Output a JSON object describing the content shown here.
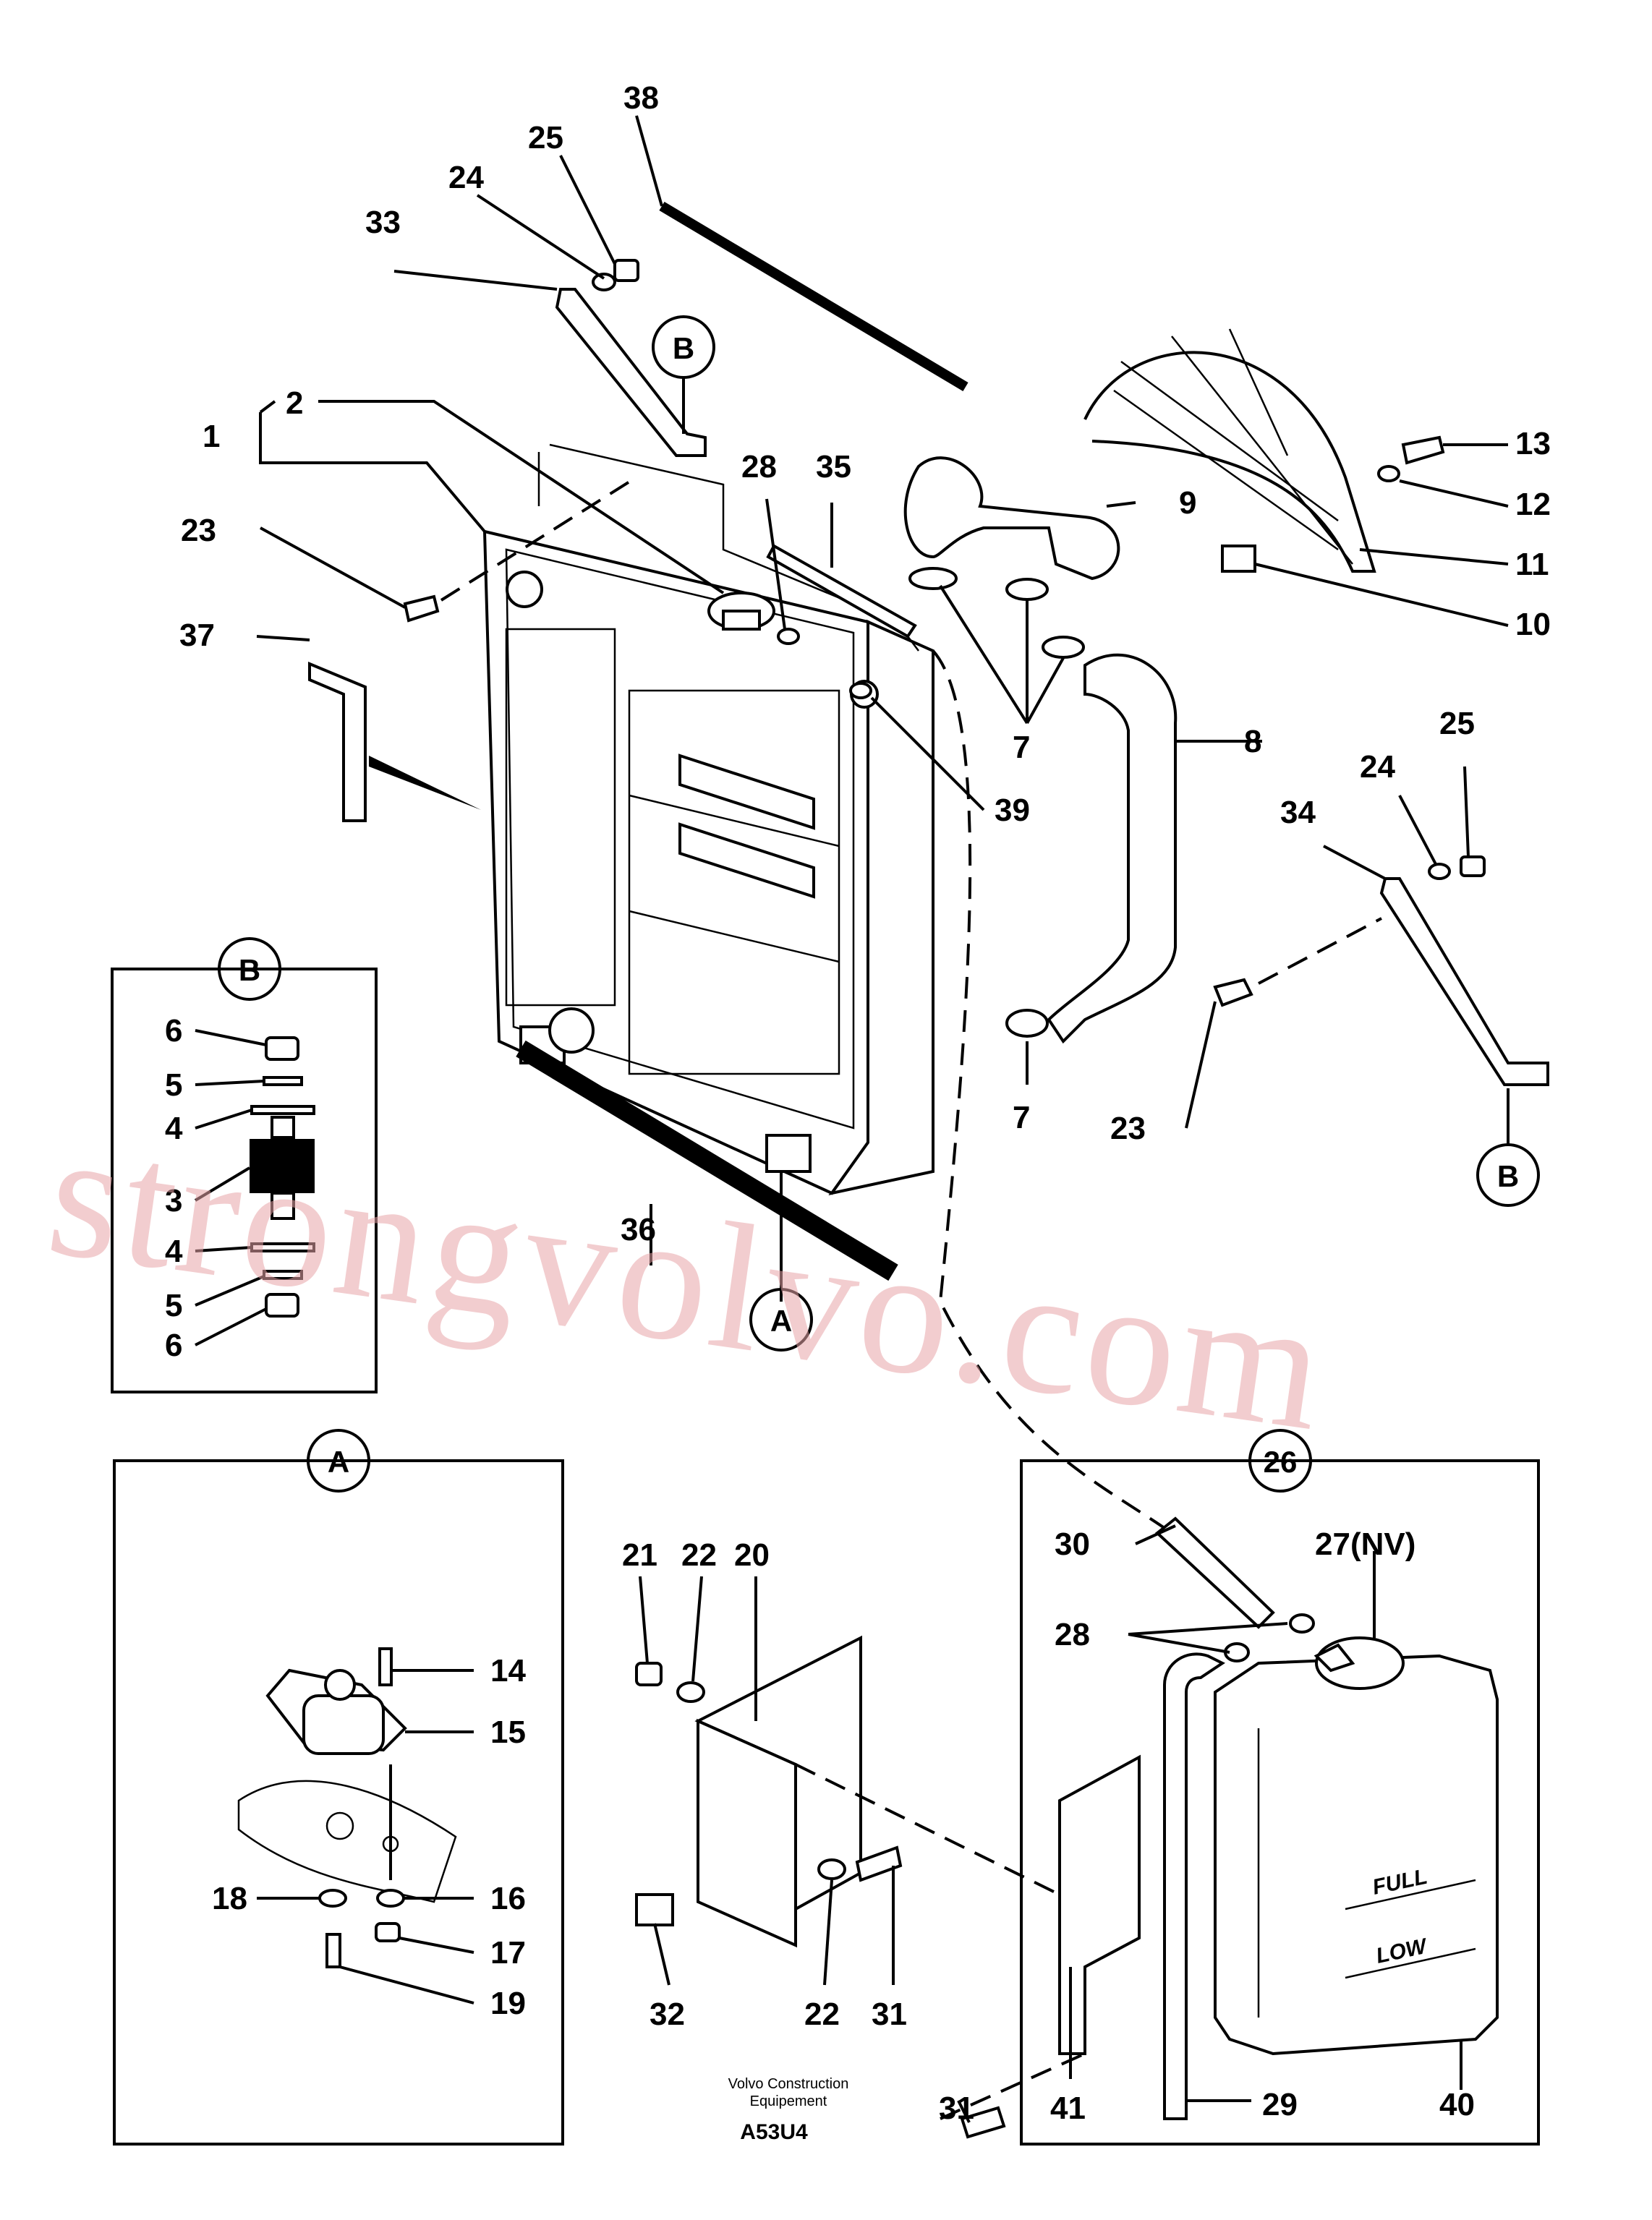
{
  "callouts": [
    {
      "id": "c38",
      "text": "38"
    },
    {
      "id": "c25a",
      "text": "25"
    },
    {
      "id": "c24a",
      "text": "24"
    },
    {
      "id": "c33",
      "text": "33"
    },
    {
      "id": "c2",
      "text": "2"
    },
    {
      "id": "c1",
      "text": "1"
    },
    {
      "id": "c23a",
      "text": "23"
    },
    {
      "id": "c37",
      "text": "37"
    },
    {
      "id": "c28a",
      "text": "28"
    },
    {
      "id": "c35",
      "text": "35"
    },
    {
      "id": "c9",
      "text": "9"
    },
    {
      "id": "c13",
      "text": "13"
    },
    {
      "id": "c12",
      "text": "12"
    },
    {
      "id": "c11",
      "text": "11"
    },
    {
      "id": "c10",
      "text": "10"
    },
    {
      "id": "c7a",
      "text": "7"
    },
    {
      "id": "c8",
      "text": "8"
    },
    {
      "id": "c39",
      "text": "39"
    },
    {
      "id": "c25b",
      "text": "25"
    },
    {
      "id": "c24b",
      "text": "24"
    },
    {
      "id": "c34",
      "text": "34"
    },
    {
      "id": "c7b",
      "text": "7"
    },
    {
      "id": "c23b",
      "text": "23"
    },
    {
      "id": "c36",
      "text": "36"
    },
    {
      "id": "c6a",
      "text": "6"
    },
    {
      "id": "c5a",
      "text": "5"
    },
    {
      "id": "c4a",
      "text": "4"
    },
    {
      "id": "c3",
      "text": "3"
    },
    {
      "id": "c4b",
      "text": "4"
    },
    {
      "id": "c5b",
      "text": "5"
    },
    {
      "id": "c6b",
      "text": "6"
    },
    {
      "id": "c14",
      "text": "14"
    },
    {
      "id": "c15",
      "text": "15"
    },
    {
      "id": "c18",
      "text": "18"
    },
    {
      "id": "c16",
      "text": "16"
    },
    {
      "id": "c17",
      "text": "17"
    },
    {
      "id": "c19",
      "text": "19"
    },
    {
      "id": "c21",
      "text": "21"
    },
    {
      "id": "c22a",
      "text": "22"
    },
    {
      "id": "c20",
      "text": "20"
    },
    {
      "id": "c32",
      "text": "32"
    },
    {
      "id": "c22b",
      "text": "22"
    },
    {
      "id": "c31a",
      "text": "31"
    },
    {
      "id": "c31b",
      "text": "31"
    },
    {
      "id": "c41",
      "text": "41"
    },
    {
      "id": "c30",
      "text": "30"
    },
    {
      "id": "c27",
      "text": "27(NV)"
    },
    {
      "id": "c28b",
      "text": "28"
    },
    {
      "id": "c29",
      "text": "29"
    },
    {
      "id": "c40",
      "text": "40"
    }
  ],
  "detail_markers": {
    "b_top": "B",
    "b_right": "B",
    "b_box": "B",
    "a_main": "A",
    "a_box": "A",
    "box26": "26"
  },
  "tank_labels": {
    "full": "FULL",
    "low": "LOW"
  },
  "footer": {
    "maker_line1": "Volvo Construction",
    "maker_line2": "Equipement",
    "drawing_code": "A53U4"
  },
  "watermark": "strongvolvo.com",
  "colors": {
    "line": "#000000",
    "watermark": "#e8a4a8",
    "background": "#ffffff"
  }
}
